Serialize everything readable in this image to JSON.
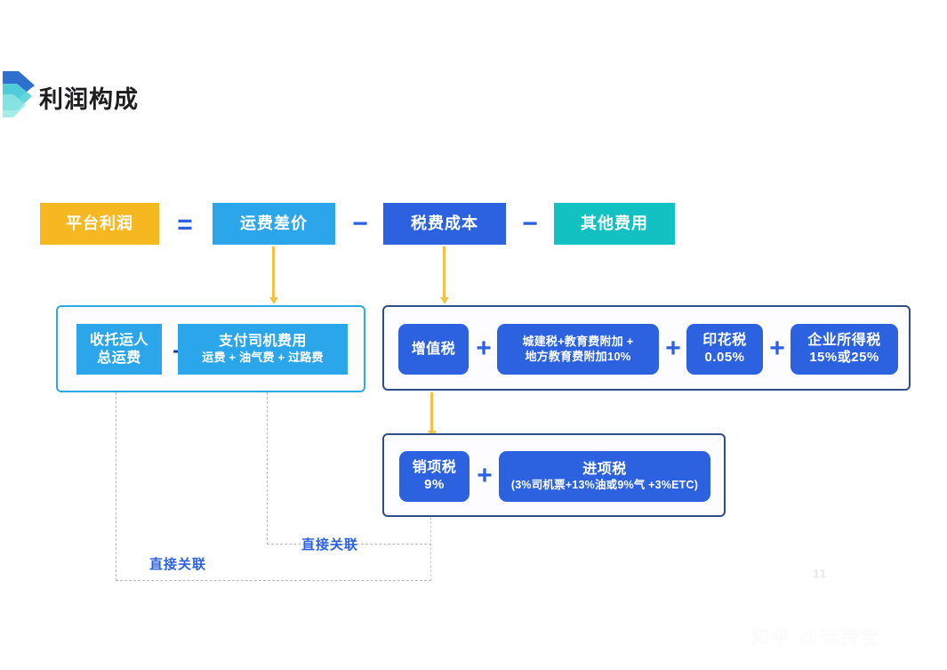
{
  "header": {
    "title": "利润构成",
    "logo_icon": "layered-chevron-logo"
  },
  "equation": {
    "terms": [
      {
        "label": "平台利润",
        "color": "#f5b821",
        "role": "result"
      },
      {
        "label": "运费差价",
        "color": "#2ba6ea",
        "role": "term"
      },
      {
        "label": "税费成本",
        "color": "#2c62e0",
        "role": "term"
      },
      {
        "label": "其他费用",
        "color": "#12c2c2",
        "role": "term"
      }
    ],
    "operators": [
      "=",
      "−",
      "−"
    ]
  },
  "freight_panel": {
    "border_color": "#31a8e0",
    "left_box": {
      "line1": "收托运人",
      "line2": "总运费"
    },
    "operator": "−",
    "right_box": {
      "title": "支付司机费用",
      "detail": "运费 + 油气费 + 过路费"
    }
  },
  "tax_panel": {
    "border_color": "#2e4f86",
    "items": [
      {
        "title": "增值税",
        "sub": ""
      },
      {
        "title": "城建税+教育费附加 +",
        "sub": "地方教育费附加10%"
      },
      {
        "title": "印花税",
        "sub": "0.05%"
      },
      {
        "title": "企业所得税",
        "sub": "15%或25%"
      }
    ],
    "operators": [
      "+",
      "+",
      "+"
    ]
  },
  "vat_panel": {
    "border_color": "#2e4f86",
    "left_box": {
      "title": "销项税",
      "sub": "9%"
    },
    "operator": "+",
    "right_box": {
      "title": "进项税",
      "detail": "(3%司机票+13%油或9%气 +3%ETC)"
    }
  },
  "relations": [
    {
      "label": "直接关联"
    },
    {
      "label": "直接关联"
    }
  ],
  "footer": {
    "page_number": "11",
    "watermark": "知乎 @运费宝"
  }
}
